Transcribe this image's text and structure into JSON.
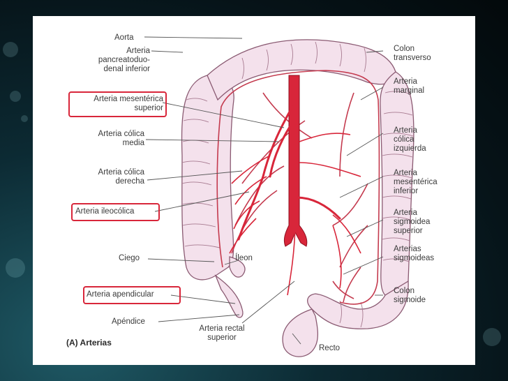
{
  "figure": {
    "caption": "(A) Arterias",
    "labels_left": {
      "aorta": "Aorta",
      "pancreatico_line1": "Arteria",
      "pancreatico_line2": "pancreatoduo-",
      "pancreatico_line3": "denal inferior",
      "mes_sup_line1": "Arteria mesentérica",
      "mes_sup_line2": "superior",
      "colica_media_line1": "Arteria cólica",
      "colica_media_line2": "media",
      "colica_derecha_line1": "Arteria cólica",
      "colica_derecha_line2": "derecha",
      "ileocolica": "Arteria ileocólica",
      "ciego": "Ciego",
      "ileon": "Íleon",
      "apendicular": "Arteria apendicular",
      "apendice": "Apéndice",
      "rectal_sup_line1": "Arteria rectal",
      "rectal_sup_line2": "superior"
    },
    "labels_right": {
      "colon_transverso_line1": "Colon",
      "colon_transverso_line2": "transverso",
      "marginal_line1": "Arteria",
      "marginal_line2": "marginal",
      "colica_izq_line1": "Arteria",
      "colica_izq_line2": "cólica",
      "colica_izq_line3": "izquierda",
      "mes_inf_line1": "Arteria",
      "mes_inf_line2": "mesentérica",
      "mes_inf_line3": "inferior",
      "sigmoidea_sup_line1": "Arteria",
      "sigmoidea_sup_line2": "sigmoidea",
      "sigmoidea_sup_line3": "superior",
      "sigmoideas_line1": "Arterias",
      "sigmoideas_line2": "sigmoideas",
      "colon_sigmoide_line1": "Colon",
      "colon_sigmoide_line2": "sigmoide",
      "recto": "Recto"
    },
    "colors": {
      "highlight_box": "#d8263a",
      "artery": "#d8263a",
      "colon_fill": "#f4e1ec",
      "colon_stroke": "#8a5a72"
    }
  }
}
